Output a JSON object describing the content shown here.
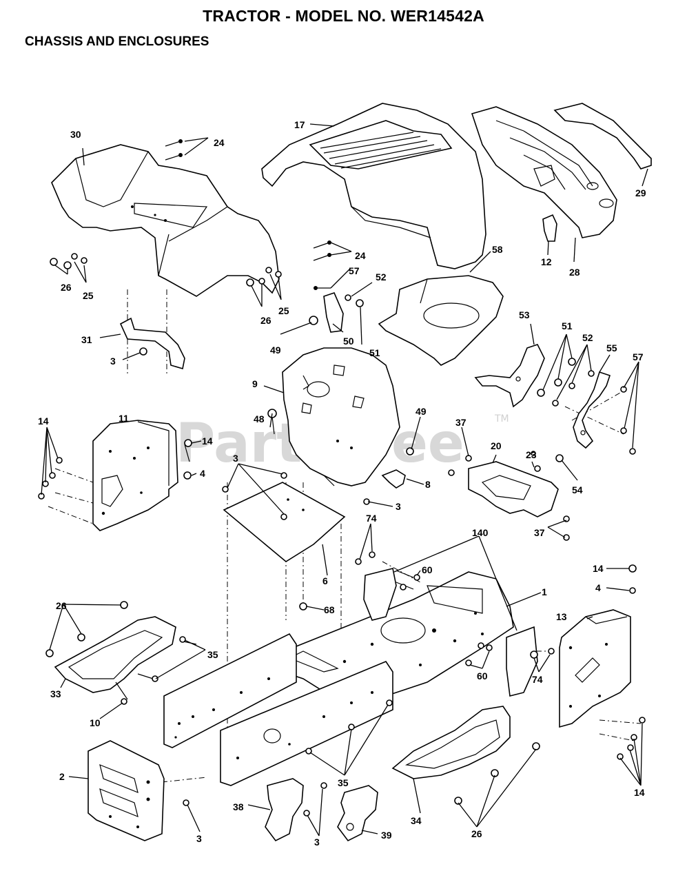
{
  "header": {
    "title": "TRACTOR - MODEL NO. WER14542A",
    "subtitle": "CHASSIS AND ENCLOSURES"
  },
  "watermark": {
    "text": "PartsTree",
    "tm": "TM"
  },
  "callouts": {
    "c1": "1",
    "c2": "2",
    "c3a": "3",
    "c3b": "3",
    "c3c": "3",
    "c3d": "3",
    "c3e": "3",
    "c4a": "4",
    "c4b": "4",
    "c6": "6",
    "c8": "8",
    "c9": "9",
    "c10": "10",
    "c11": "11",
    "c12": "12",
    "c13": "13",
    "c14a": "14",
    "c14b": "14",
    "c14c": "14",
    "c14d": "14",
    "c17": "17",
    "c20": "20",
    "c23": "23",
    "c24a": "24",
    "c24b": "24",
    "c25a": "25",
    "c25b": "25",
    "c26a": "26",
    "c26b": "26",
    "c26c": "26",
    "c26d": "26",
    "c28": "28",
    "c29": "29",
    "c30": "30",
    "c31": "31",
    "c33": "33",
    "c34": "34",
    "c35a": "35",
    "c35b": "35",
    "c37a": "37",
    "c37b": "37",
    "c38": "38",
    "c39": "39",
    "c48": "48",
    "c49a": "49",
    "c49b": "49",
    "c50": "50",
    "c51a": "51",
    "c51b": "51",
    "c52a": "52",
    "c52b": "52",
    "c53": "53",
    "c54": "54",
    "c55": "55",
    "c57a": "57",
    "c57b": "57",
    "c58": "58",
    "c60a": "60",
    "c60b": "60",
    "c68": "68",
    "c74a": "74",
    "c74b": "74",
    "c140": "140"
  }
}
